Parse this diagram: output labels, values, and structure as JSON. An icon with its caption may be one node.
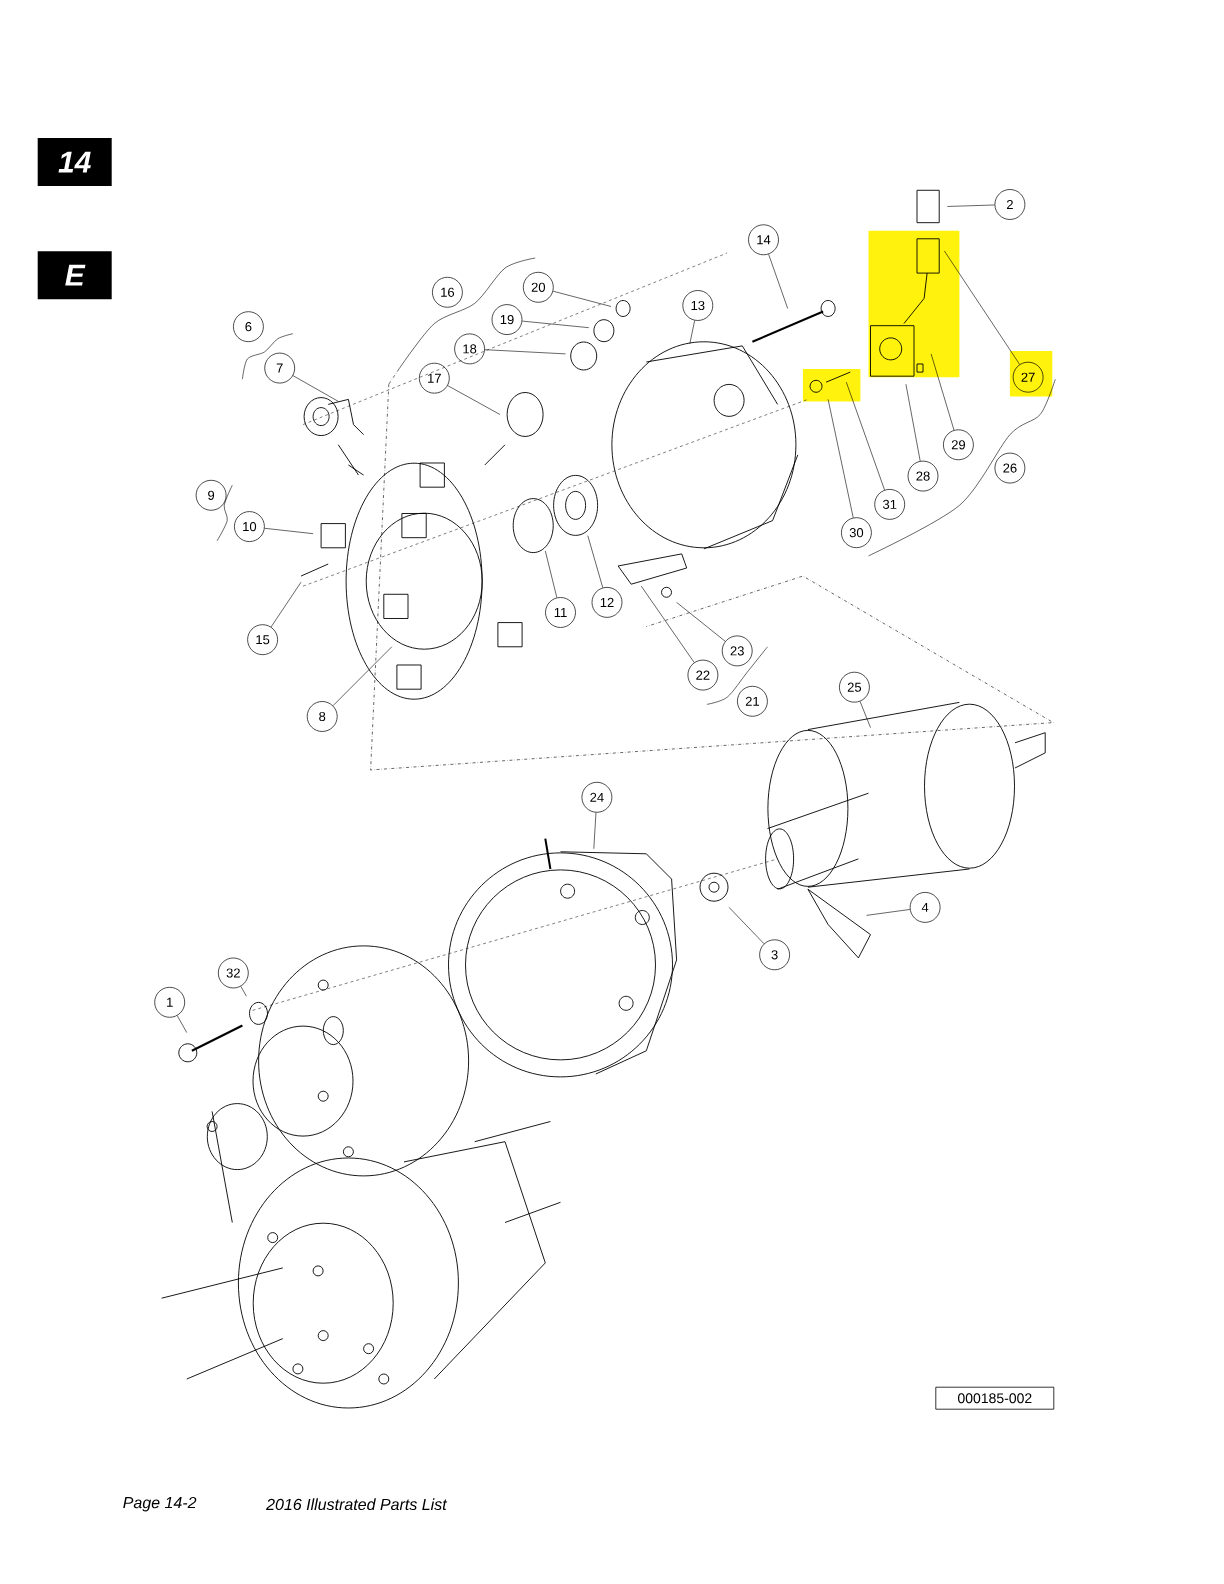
{
  "diagram": {
    "nodes": [
      {
        "text": [
          "1"
        ]
      },
      {
        "text": [
          "2"
        ]
      },
      {
        "text": [
          "3"
        ]
      },
      {
        "text": [
          "4"
        ]
      },
      {
        "text": [
          "6"
        ]
      },
      {
        "text": [
          "7"
        ]
      },
      {
        "text": [
          "8"
        ]
      },
      {
        "text": [
          "9"
        ]
      },
      {
        "text": [
          "10"
        ]
      },
      {
        "text": [
          "11"
        ]
      },
      {
        "text": [
          "12"
        ]
      },
      {
        "text": [
          "13"
        ]
      },
      {
        "text": [
          "14"
        ]
      },
      {
        "text": [
          "15"
        ]
      },
      {
        "text": [
          "16"
        ]
      },
      {
        "text": [
          "17"
        ]
      },
      {
        "text": [
          "18"
        ]
      },
      {
        "text": [
          "19"
        ]
      },
      {
        "text": [
          "20"
        ]
      },
      {
        "text": [
          "21"
        ]
      },
      {
        "text": [
          "22"
        ]
      },
      {
        "text": [
          "23"
        ]
      },
      {
        "text": [
          "24"
        ]
      },
      {
        "text": [
          "25"
        ]
      },
      {
        "text": [
          "26"
        ]
      },
      {
        "text": [
          "27"
        ]
      },
      {
        "text": [
          "28"
        ]
      },
      {
        "text": [
          "29"
        ]
      },
      {
        "text": [
          "30"
        ]
      },
      {
        "text": [
          "31"
        ]
      },
      {
        "text": [
          "32"
        ]
      }
    ],
    "edges": [
      {
        "from": 0,
        "to": null,
        "arrow": "none"
      },
      {
        "from": 1,
        "to": null,
        "arrow": "none"
      },
      {
        "from": 2,
        "to": null,
        "arrow": "none"
      },
      {
        "from": 3,
        "to": null,
        "arrow": "none"
      },
      {
        "from": 5,
        "to": null,
        "arrow": "none"
      },
      {
        "from": 6,
        "to": null,
        "arrow": "none"
      },
      {
        "from": 8,
        "to": null,
        "arrow": "none"
      },
      {
        "from": 9,
        "to": null,
        "arrow": "none"
      },
      {
        "from": 10,
        "to": null,
        "arrow": "none"
      },
      {
        "from": 11,
        "to": null,
        "arrow": "none"
      },
      {
        "from": 12,
        "to": null,
        "arrow": "none"
      },
      {
        "from": 13,
        "to": null,
        "arrow": "none"
      },
      {
        "from": 15,
        "to": null,
        "arrow": "none"
      },
      {
        "from": 16,
        "to": null,
        "arrow": "none"
      },
      {
        "from": 17,
        "to": null,
        "arrow": "none"
      },
      {
        "from": 18,
        "to": null,
        "arrow": "none"
      },
      {
        "from": 20,
        "to": null,
        "arrow": "none"
      },
      {
        "from": 21,
        "to": null,
        "arrow": "none"
      },
      {
        "from": 22,
        "to": null,
        "arrow": "none"
      },
      {
        "from": 23,
        "to": null,
        "arrow": "none"
      },
      {
        "from": 25,
        "to": null,
        "arrow": "none"
      },
      {
        "from": 26,
        "to": null,
        "arrow": "none"
      },
      {
        "from": 27,
        "to": null,
        "arrow": "none"
      },
      {
        "from": 28,
        "to": null,
        "arrow": "none"
      },
      {
        "from": 29,
        "to": null,
        "arrow": "none"
      },
      {
        "from": 30,
        "to": null,
        "arrow": "none"
      }
    ],
    "labels": [
      "14",
      "E",
      "000185-002",
      "Page 14-2",
      "2016 Illustrated Parts List"
    ]
  }
}
